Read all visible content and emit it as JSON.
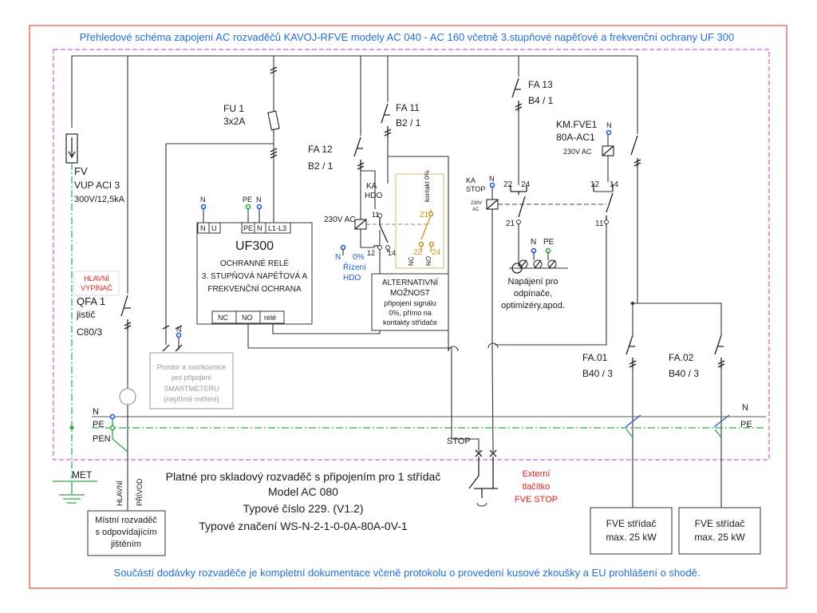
{
  "header_title": "Přehledové schéma zapojení AC rozvaděčů KAVOJ-RFVE modely AC 040 - AC 160 včetně 3.stupňové napěťové a frekvenční ochrany UF 300",
  "footer_text": "Součástí dodávky rozvaděče je kompletní dokumentace včeně protokolu o provedení kusové zkoušky a EU prohlášení o shodě.",
  "colors": {
    "frame": "#e05050",
    "dashed_box": "#cc33cc",
    "title_text": "#1f6fd6",
    "pe_line": "#2fa84a",
    "blue_text": "#1f5bd6",
    "orange_text": "#c8961a",
    "red_text": "#e02020"
  },
  "fv": {
    "label": "FV",
    "model": "VUP ACI 3",
    "rating": "300V/12,5kA"
  },
  "hlavni_vypinac": {
    "line1": "HLAVNÍ",
    "line2": "VYPÍNAČ"
  },
  "qfa1": {
    "name": "QFA 1",
    "type": "jistič",
    "rating": "C80/3"
  },
  "fu1": {
    "name": "FU 1",
    "rating": "3x2A"
  },
  "fa11": {
    "name": "FA 11",
    "rating": "B2 / 1"
  },
  "fa12": {
    "name": "FA 12",
    "rating": "B2 / 1"
  },
  "fa13": {
    "name": "FA 13",
    "rating": "B4 / 1"
  },
  "km_fve1": {
    "name": "KM.FVE1",
    "rating": "80A-AC1",
    "coil": "230V AC",
    "n": "N",
    "t1": "12",
    "t2": "14",
    "t3": "11"
  },
  "ka_hdo": {
    "line1": "KA",
    "line2": "HDO",
    "coil": "230V AC",
    "t11": "11",
    "t12": "12",
    "t14": "14"
  },
  "hdo_input": {
    "n": "N",
    "zero": "0%",
    "label1": "Řízení",
    "label2": "HDO"
  },
  "ka_stop": {
    "line1": "KA",
    "line2": "STOP",
    "n": "N",
    "coil1": "230V",
    "coil2": "AC",
    "t22": "22",
    "t24": "24",
    "t21": "21"
  },
  "alt_contact": {
    "tag": "kontakt 0%",
    "t21": "21",
    "t22": "22",
    "t24": "24",
    "nc": "NC",
    "no": "NO"
  },
  "alt_box": {
    "line1": "ALTERNATIVNÍ",
    "line2": "MOŽNOST",
    "line3": "připojení signálu",
    "line4": "0%, přímo na",
    "line5": "kontakty střídače"
  },
  "uf300": {
    "title": "UF300",
    "line1": "OCHRANNÉ RELÉ",
    "line2": "3. STUPŇOVÁ NAPĚŤOVÁ A",
    "line3": "FREKVENČNÍ OCHRANA",
    "top_terminals": [
      "N",
      "U",
      "PE",
      "N",
      "L1-L3"
    ],
    "top_markers": [
      "N",
      "PE",
      "N"
    ],
    "bottom_terminals": [
      "NC",
      "NO",
      "relé"
    ]
  },
  "napajeni": {
    "n": "N",
    "pe": "PE",
    "line1": "Napájení pro",
    "line2": "odpínače,",
    "line3": "optimizéry,apod."
  },
  "smartmeter_n": "N",
  "smartmeter": {
    "line1": "Prostor a svorkovnice",
    "line2": "pro připojení",
    "line3": "SMARTMETERU",
    "line4": "(nepřímé měření)"
  },
  "buses": {
    "n_left": "N",
    "pe_left": "PE",
    "pen": "PEN",
    "n_right": "N",
    "pe_right": "PE"
  },
  "fa01": {
    "name": "FA.01",
    "rating": "B40 / 3"
  },
  "fa02": {
    "name": "FA.02",
    "rating": "B40 / 3"
  },
  "met": "MET",
  "hlavni_privod": {
    "line1": "HLAVNÍ",
    "line2": "PŘÍVOD"
  },
  "mistni": {
    "line1": "Místní rozvaděč",
    "line2": "s odpovídajícím",
    "line3": "jištěním"
  },
  "stop_label": "STOP",
  "externi": {
    "line1": "Externí",
    "line2": "tlačítko",
    "line3": "FVE STOP"
  },
  "model_info": {
    "line1": "Platné pro skladový rozvaděč s připojením pro 1 střídač",
    "line2": "Model AC 080",
    "line3": "Typové číslo 229. (V1.2)",
    "line4": "Typové značení WS-N-2-1-0-0A-80A-0V-1"
  },
  "inverter1": {
    "line1": "FVE střídač",
    "line2": "max. 25 kW"
  },
  "inverter2": {
    "line1": "FVE střídač",
    "line2": "max. 25 kW"
  }
}
